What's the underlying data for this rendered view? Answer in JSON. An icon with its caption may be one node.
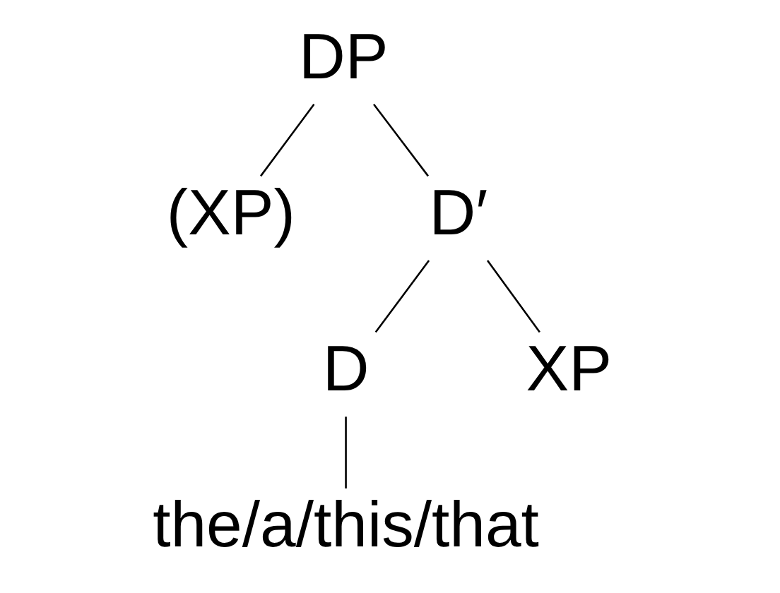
{
  "diagram": {
    "nodes": [
      {
        "text": [
          "DP"
        ]
      },
      {
        "text": [
          "(XP)"
        ]
      },
      {
        "text": [
          "D′"
        ]
      },
      {
        "text": [
          "D"
        ]
      },
      {
        "text": [
          "XP"
        ]
      },
      {
        "text": [
          "the/a/this/that"
        ]
      }
    ],
    "edges": [
      {
        "from": 0,
        "to": 1,
        "arrow": "none"
      },
      {
        "from": 0,
        "to": 2,
        "arrow": "none"
      },
      {
        "from": 2,
        "to": 3,
        "arrow": "none"
      },
      {
        "from": 2,
        "to": 4,
        "arrow": "none"
      },
      {
        "from": 3,
        "to": 5,
        "arrow": "none"
      }
    ]
  }
}
